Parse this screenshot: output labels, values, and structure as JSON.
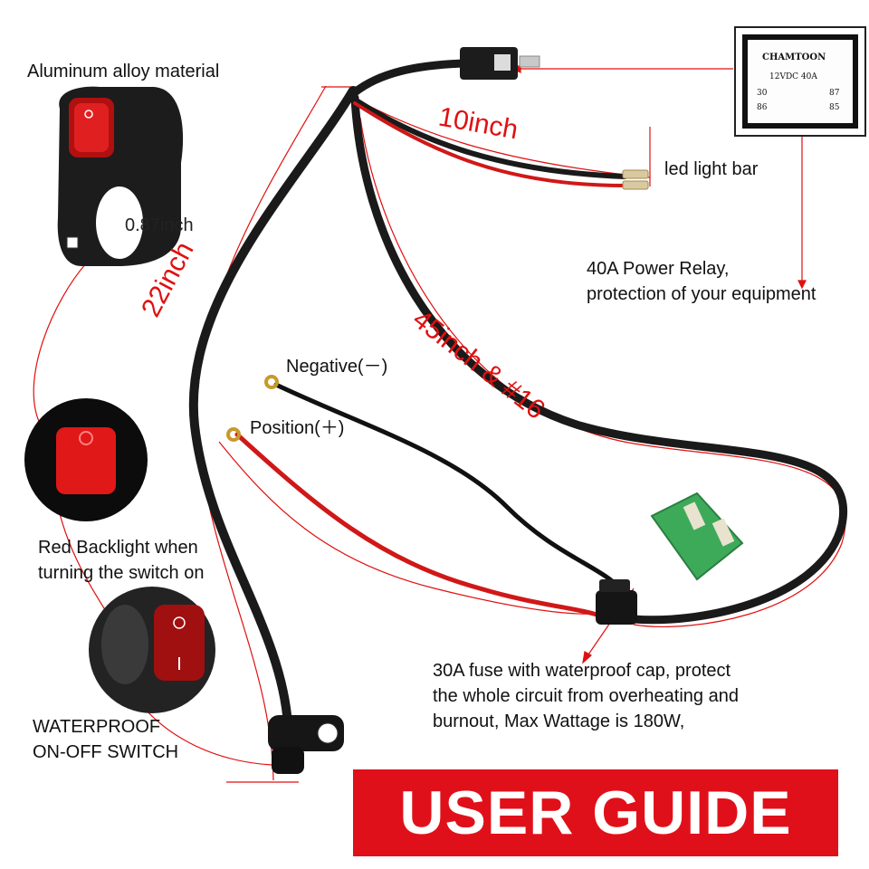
{
  "labels": {
    "aluminum": "Aluminum alloy material",
    "diameter": "0.87inch",
    "led_bar": "led light bar",
    "relay_line1": "40A Power Relay,",
    "relay_line2": "protection of your equipment",
    "negative": "Negative(－)",
    "position": "Position(＋)",
    "backlight_line1": "Red Backlight when",
    "backlight_line2": "turning the switch on",
    "waterproof_line1": "WATERPROOF",
    "waterproof_line2": "ON-OFF SWITCH",
    "fuse_line1": "30A fuse with waterproof cap, protect",
    "fuse_line2": "the whole circuit from overheating and",
    "fuse_line3": "burnout,   Max Wattage is 180W,"
  },
  "dimensions": {
    "wire_10": "10inch",
    "wire_22": "22inch",
    "wire_45": "45inch & #16"
  },
  "relay": {
    "brand": "CHAMTOON",
    "rating": "12VDC  40A",
    "pin30": "30",
    "pin87": "87",
    "pin86": "86",
    "pin85": "85"
  },
  "banner": {
    "title": "USER GUIDE"
  },
  "colors": {
    "accent_red": "#e01010",
    "banner_red": "#e0101a",
    "wire_black": "#1a1a1a",
    "fuse_green": "#3daa5a"
  }
}
